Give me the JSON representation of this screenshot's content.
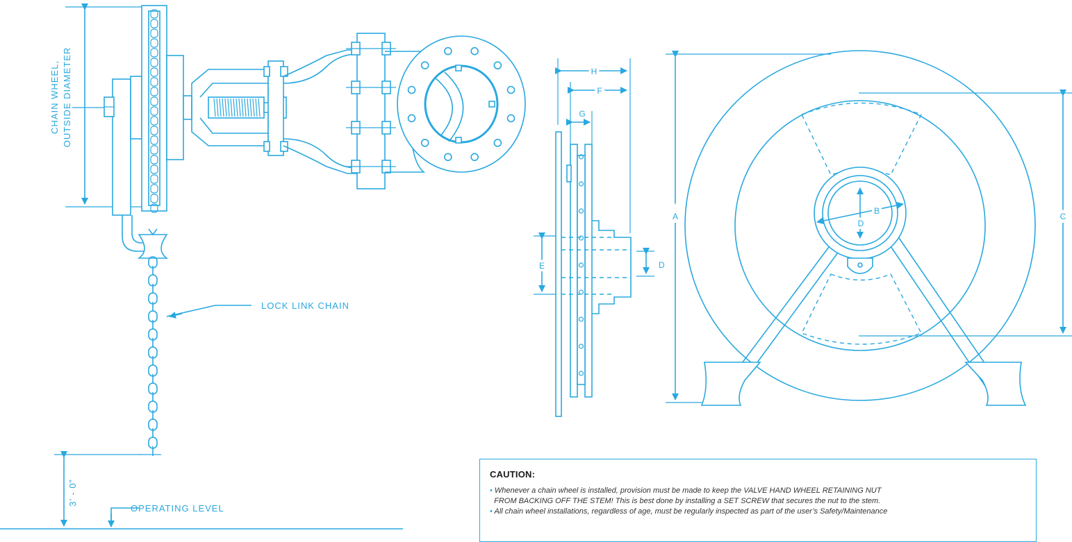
{
  "labels": {
    "chain_wheel_line1": "CHAIN WHEEL,",
    "chain_wheel_line2": "OUTSIDE DIAMETER",
    "lock_link_chain": "LOCK LINK CHAIN",
    "height": "3’ - 0”",
    "operating_level": "OPERATING LEVEL"
  },
  "dimensions": {
    "h": "H",
    "f": "F",
    "g": "G",
    "e": "E",
    "d_side": "D",
    "a": "A",
    "b": "B",
    "c": "C",
    "d_front": "D"
  },
  "caution": {
    "title": "CAUTION:",
    "item1_line1": "Whenever a chain wheel is installed, provision must be made to keep the VALVE HAND WHEEL RETAINING NUT",
    "item1_line2": "FROM BACKING OFF THE STEM! This is best done by installing a SET SCREW that secures the nut to the stem.",
    "item2_line1": "All chain wheel installations, regardless of age, must be regularly inspected as part of the user’s Safety/Maintenance"
  },
  "colors": {
    "line": "#29a8df",
    "text": "#333333"
  }
}
